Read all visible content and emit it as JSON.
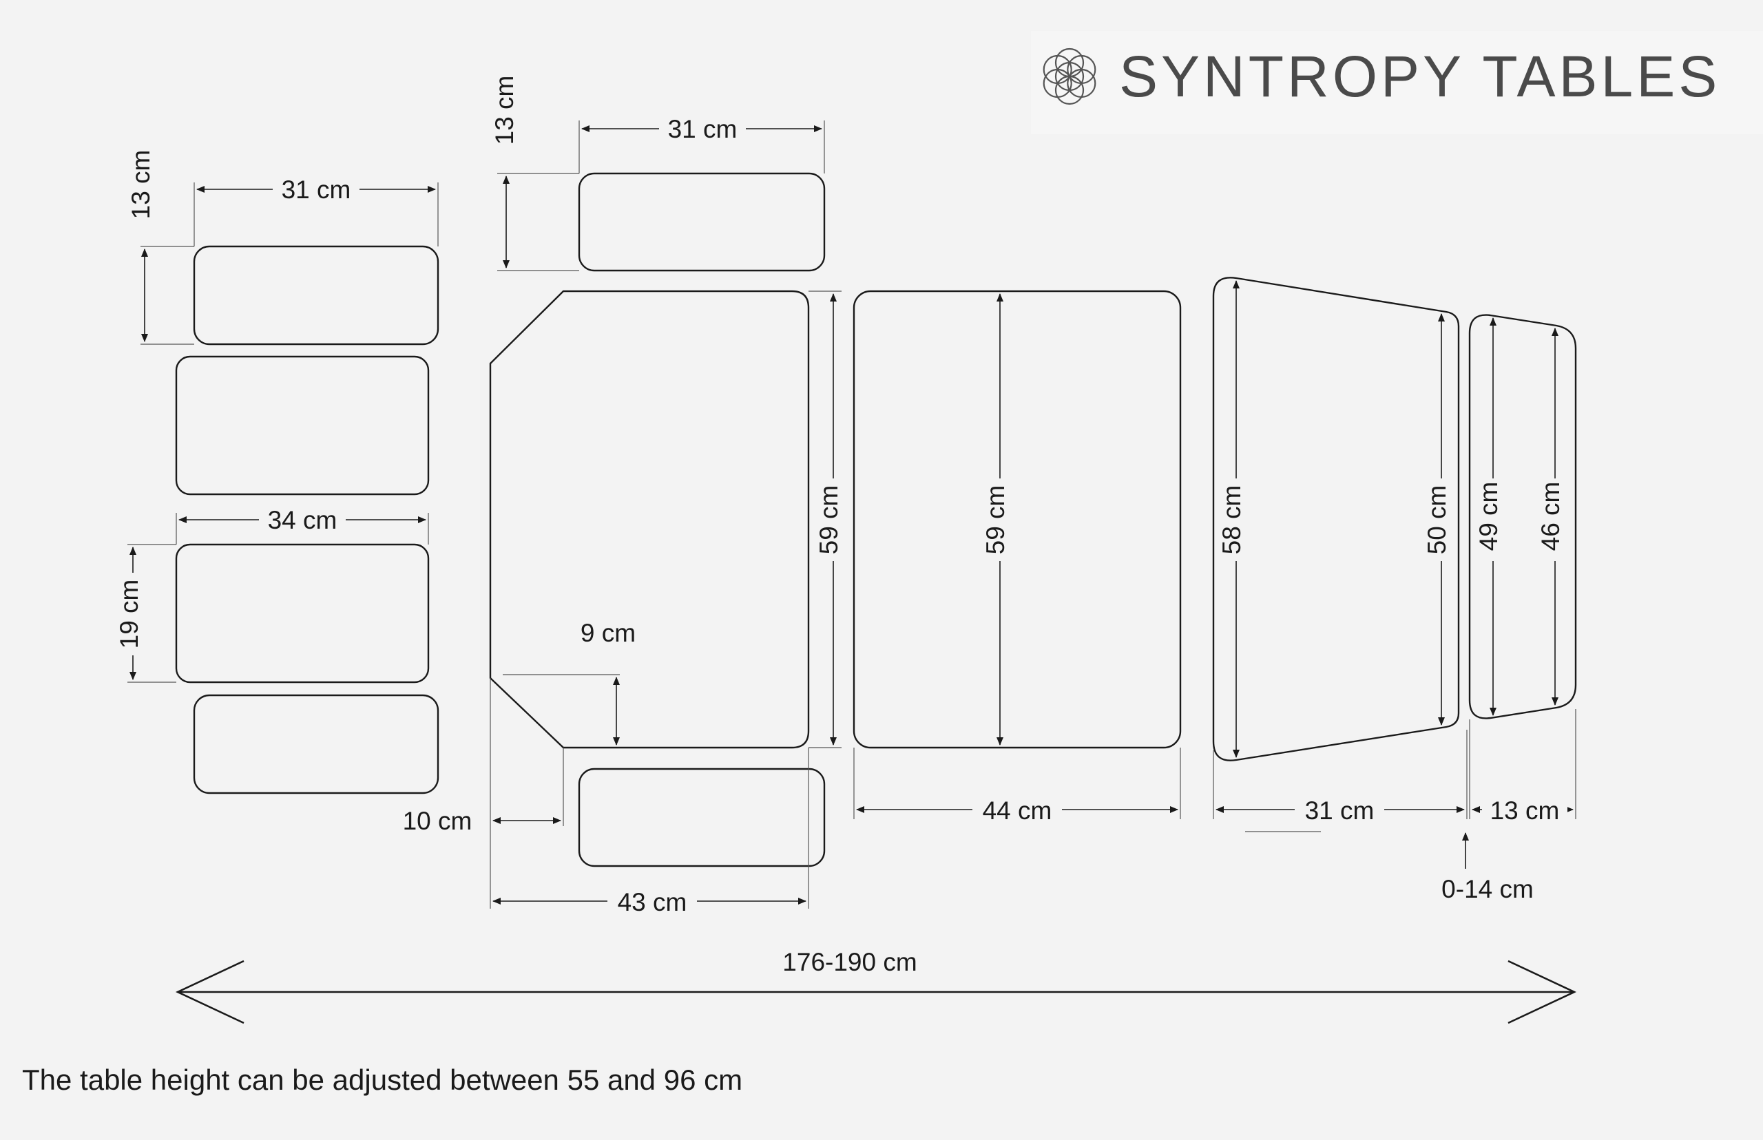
{
  "brand": {
    "name": "SYNTROPY TABLES",
    "icon": "flower-of-life-icon"
  },
  "dimensions": {
    "head_top_height": "13 cm",
    "head_top_width": "31 cm",
    "head_pad_width": "34 cm",
    "head_pad_height": "19 cm",
    "arm_top_height": "13 cm",
    "arm_top_width": "31 cm",
    "back_length": "59 cm",
    "back_cutout_height": "9 cm",
    "back_cutout_width": "10 cm",
    "back_width": "43 cm",
    "seat_length": "59 cm",
    "seat_width": "44 cm",
    "leg_long_side": "58 cm",
    "leg_short_side": "50 cm",
    "leg_width": "31 cm",
    "foot_long_side": "49 cm",
    "foot_short_side": "46 cm",
    "foot_width": "13 cm",
    "foot_gap": "0-14 cm",
    "total_length": "176-190 cm"
  },
  "footnote": "The table height can be adjusted between 55 and 96 cm"
}
